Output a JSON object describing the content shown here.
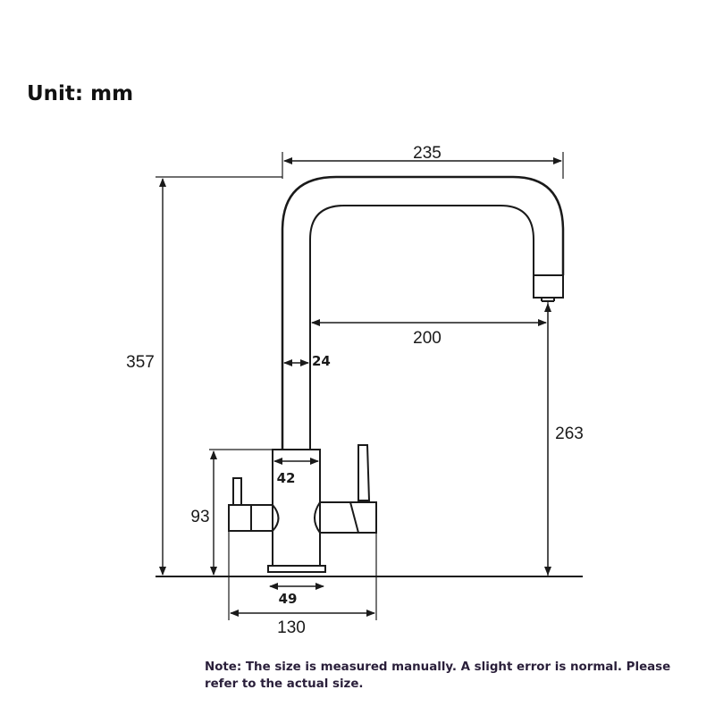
{
  "title": "Unit: mm",
  "note": "Note: The size is measured manually. A slight error is normal. Please refer to the actual size.",
  "dimensions": {
    "total_reach": "235",
    "spout_reach": "200",
    "pipe_diameter": "24",
    "total_height": "357",
    "spout_height": "263",
    "body_width": "42",
    "handle_height": "93",
    "base_diameter": "49",
    "overall_width": "130"
  }
}
